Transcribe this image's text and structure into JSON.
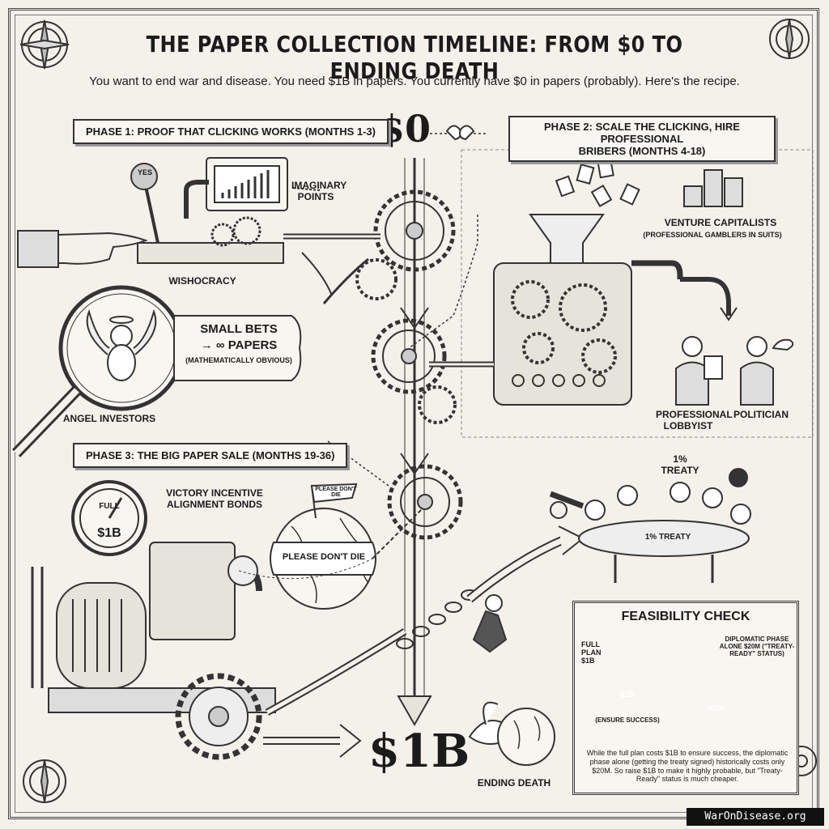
{
  "title": "THE PAPER COLLECTION TIMELINE: FROM $0 TO ENDING DEATH",
  "subtitle": "You want to end war and disease. You need $1B in papers. You currently have $0 in papers (probably). Here's the recipe.",
  "start_amount": "$0",
  "end_amount": "$1B",
  "phase1": {
    "banner": "PHASE 1: PROOF THAT CLICKING WORKS (Months 1-3)",
    "lever_label": "YES",
    "imaginary_points": "IMAGINARY POINTS",
    "wishocracy": "WISHOCRACY",
    "small_bets_line1": "SMALL BETS",
    "small_bets_line2": "→ ∞ PAPERS",
    "small_bets_note": "(MATHEMATICALLY OBVIOUS)",
    "angel_investors": "ANGEL INVESTORS"
  },
  "phase2": {
    "banner_line1": "PHASE 2: SCALE THE CLICKING, HIRE PROFESSIONAL",
    "banner_line2": "BRIBERS (Months 4-18)",
    "vc_label": "VENTURE CAPITALISTS",
    "vc_note": "(PROFESSIONAL GAMBLERS IN SUITS)",
    "lobbyist": "PROFESSIONAL LOBBYIST",
    "politician": "POLITICIAN"
  },
  "phase3": {
    "banner": "PHASE 3: THE BIG PAPER SALE (Months 19-36)",
    "gauge_top": "FULL",
    "gauge_value": "$1B",
    "victory_bonds": "VICTORY INCENTIVE ALIGNMENT BONDS",
    "flag_text": "PLEASE DON'T DIE",
    "globe_banner": "PLEASE DON'T DIE"
  },
  "treaty": {
    "label_top": "1% TREATY",
    "table_label": "1% TREATY"
  },
  "ending_death": "ENDING DEATH",
  "feasibility": {
    "title": "FEASIBILITY CHECK",
    "full_plan": "FULL PLAN $1B",
    "ensure": "(ENSURE SUCCESS)",
    "diplomatic": "DIPLOMATIC PHASE ALONE $20M (\"TREATY-READY\" STATUS)",
    "left_weight": "$1B",
    "right_weight": "$20M",
    "footnote": "While the full plan costs $1B to ensure success, the diplomatic phase alone (getting the treaty signed) historically costs only $20M. So raise $1B to make it highly probable, but \"Treaty-Ready\" status is much cheaper."
  },
  "watermark": "WarOnDisease.org"
}
